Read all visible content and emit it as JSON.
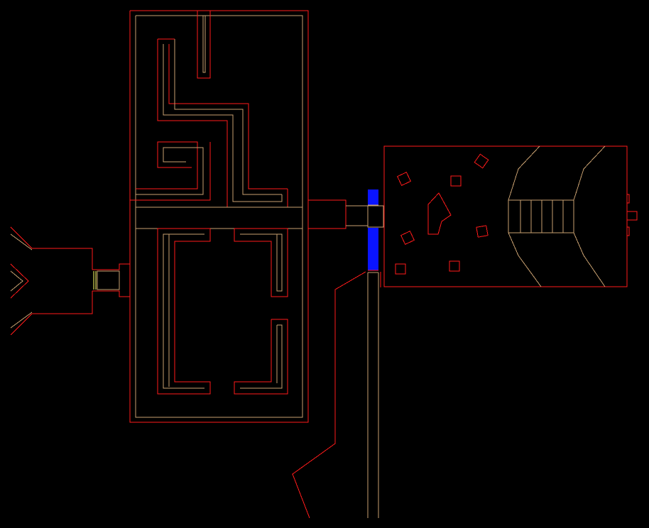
{
  "automap": {
    "colors": {
      "background": "#000000",
      "solid_wall": "#ff1a1a",
      "step_edge": "#c8a070",
      "special_line": "#ffff66",
      "door": "#0a14ff"
    },
    "features": [
      "maze-chamber",
      "corridor",
      "door-blue",
      "east-room",
      "staircase",
      "west-entrance",
      "south-passage",
      "pillar"
    ]
  }
}
